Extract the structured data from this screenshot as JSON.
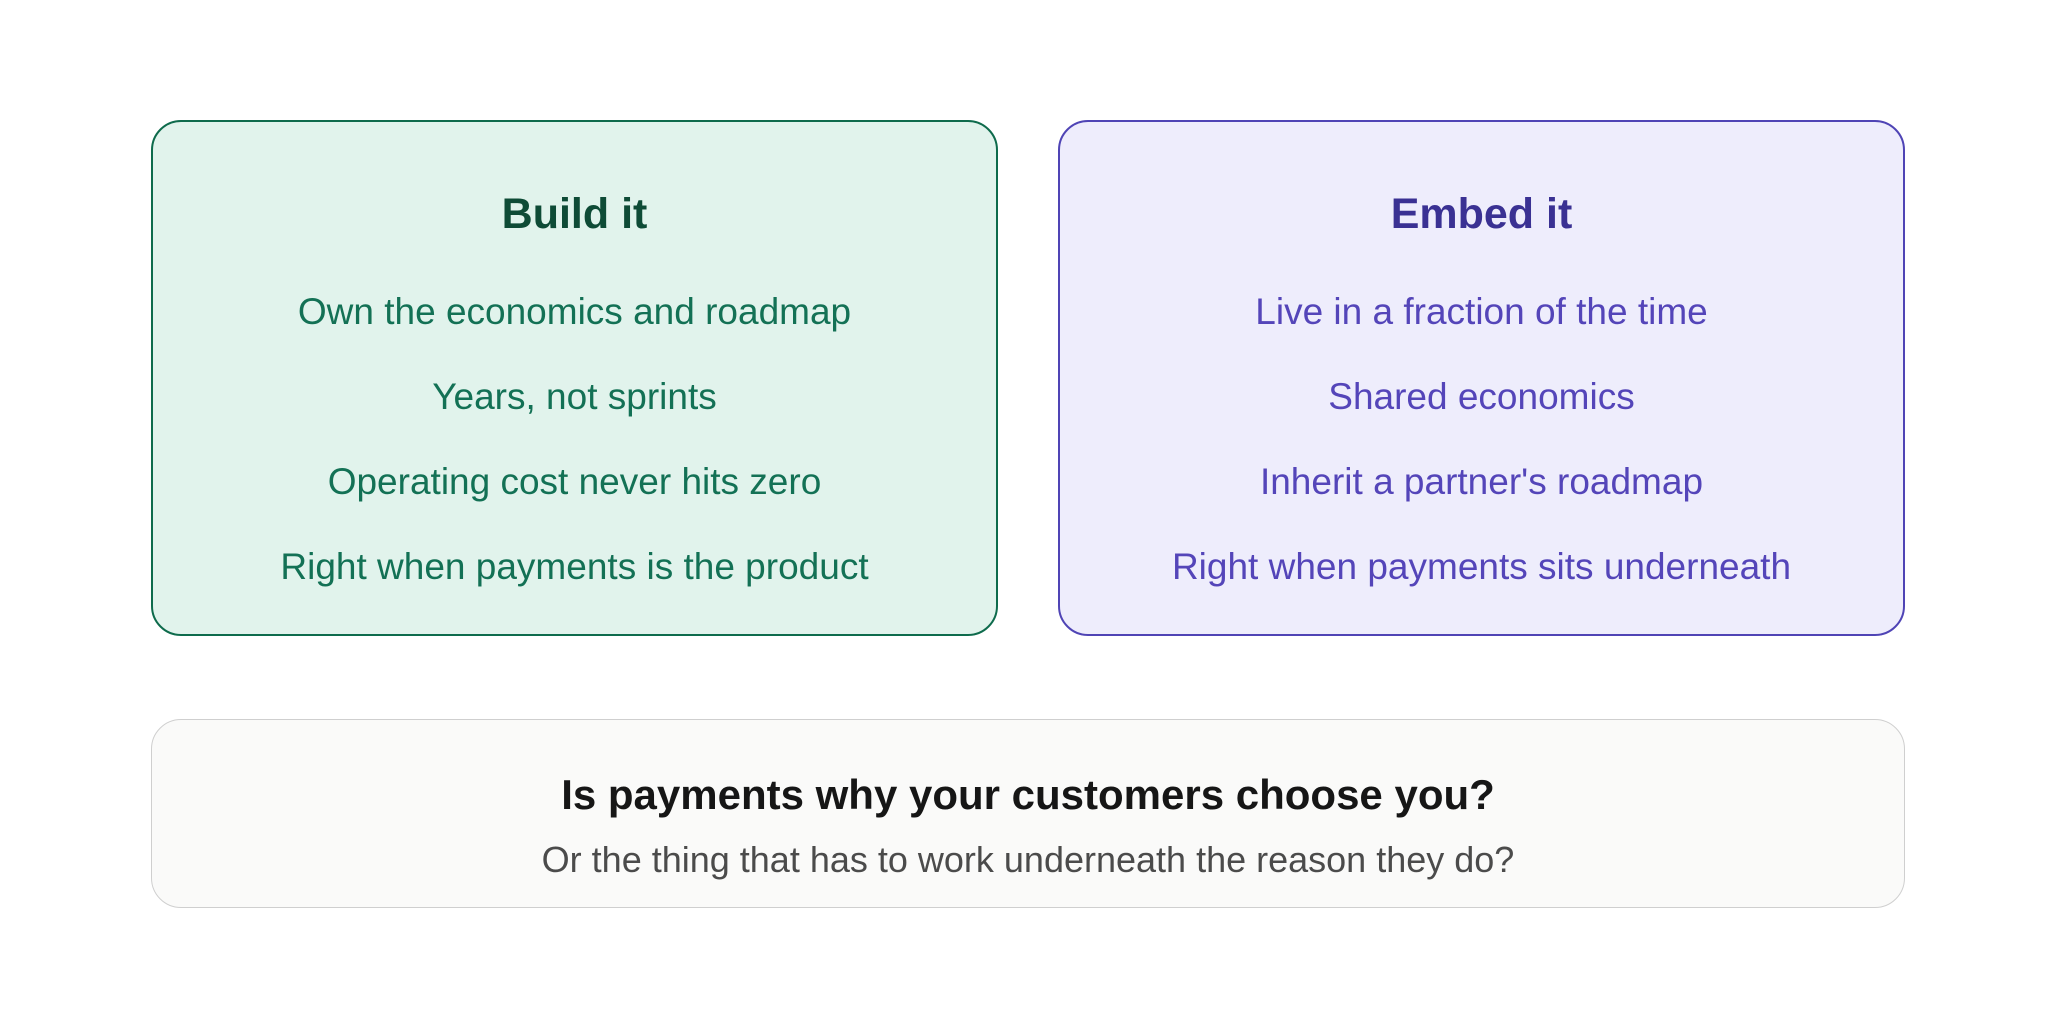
{
  "cards": [
    {
      "title": "Build it",
      "points": [
        "Own the economics and roadmap",
        "Years, not sprints",
        "Operating cost never hits zero",
        "Right when payments is the product"
      ]
    },
    {
      "title": "Embed it",
      "points": [
        "Live in a fraction of the time",
        "Shared economics",
        "Inherit a partner's roadmap",
        "Right when payments sits underneath"
      ]
    }
  ],
  "question": {
    "headline": "Is payments why your customers choose you?",
    "subline": "Or the thing that has to work underneath the reason they do?"
  },
  "colors": {
    "build_bg": "#e1f3ec",
    "build_border": "#0e6b4c",
    "build_text": "#137155",
    "embed_bg": "#eeedfc",
    "embed_border": "#4f44b5",
    "embed_text": "#5445b9",
    "question_bg": "#fafaf9"
  }
}
